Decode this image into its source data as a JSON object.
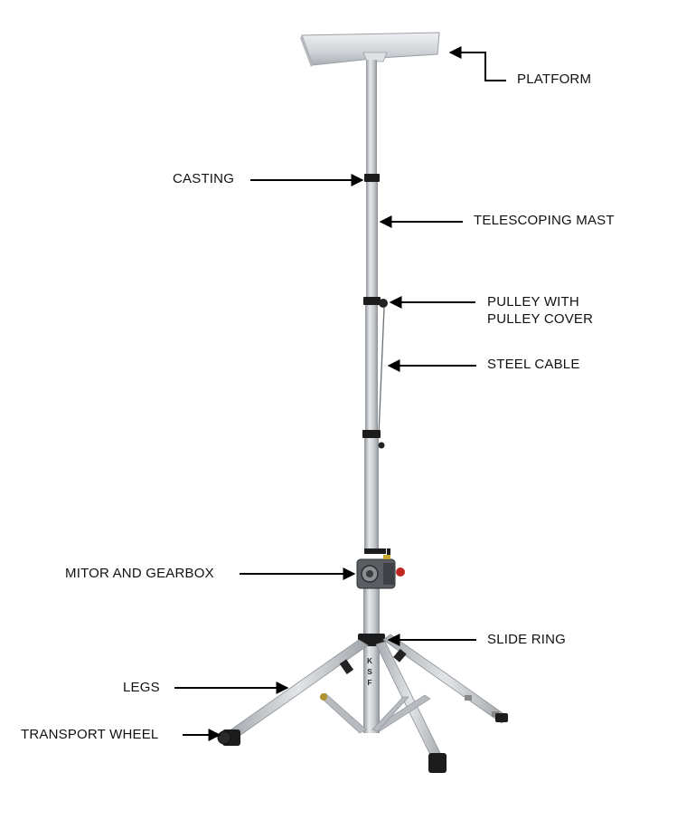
{
  "labels": {
    "platform": "PLATFORM",
    "casting": "CASTING",
    "telescoping_mast": "TELESCOPING MAST",
    "pulley_line1": "PULLEY WITH",
    "pulley_line2": "PULLEY COVER",
    "steel_cable": "STEEL CABLE",
    "motor_gearbox": "MITOR AND GEARBOX",
    "slide_ring": "SLIDE RING",
    "legs": "LEGS",
    "transport_wheel": "TRANSPORT WHEEL"
  },
  "mast_marking": [
    "K",
    "S",
    "F"
  ],
  "colors": {
    "aluminum": "#c9ccd0",
    "aluminum_dark": "#9da2a8",
    "rubber": "#1a1a1a",
    "accent_red": "#c0281e",
    "arrow": "#000000"
  }
}
